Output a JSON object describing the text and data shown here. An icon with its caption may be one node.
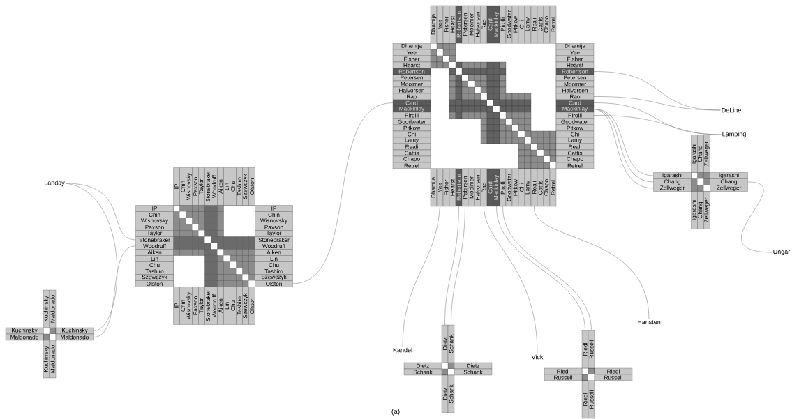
{
  "diagram": {
    "caption": "(a)",
    "nodes": [
      {
        "text": [
          "Dhamija",
          "Yee",
          "Fisher",
          "Hearst",
          "Robertson",
          "Petersen",
          "Mooimer",
          "Halvorsen",
          "Rao",
          "Card",
          "Mackinlay",
          "Pirolli",
          "Goodwater",
          "Pitkow",
          "Chi",
          "Lamy",
          "Reali",
          "Cattis",
          "Chapo",
          "Retrel",
          "Dhamija",
          "Yee",
          "Fisher",
          "Hearst",
          "Robertson",
          "Petersen",
          "Mooimer",
          "Halvorsen",
          "Rao",
          "Card",
          "Mackinlay",
          "Pirolli",
          "Goodwater",
          "Pitkow",
          "Chi",
          "Lamy",
          "Reali",
          "Cattis",
          "Chapo",
          "Retrel",
          "Dhamija",
          "Yee",
          "Fisher",
          "Hearst",
          "Robertson",
          "Petersen",
          "Mooimer",
          "Halvorsen",
          "Rao",
          "Card",
          "Mackinlay",
          "Pirolli",
          "Goodwater",
          "Pitkow",
          "Chi",
          "Lamy",
          "Reali",
          "Cattis",
          "Chapo",
          "Retrel",
          "Dhamija",
          "Yee",
          "Fisher",
          "Hearst",
          "Robertson",
          "Petersen",
          "Mooimer",
          "Halvorsen",
          "Rao",
          "Card",
          "Mackinlay",
          "Pirolli",
          "Goodwater",
          "Pitkow",
          "Chi",
          "Lamy",
          "Reali",
          "Cattis",
          "Chapo",
          "Retrel"
        ]
      },
      {
        "text": [
          "IP",
          "Chin",
          "Wisnovsky",
          "Paxson",
          "Taylor",
          "Stonebraker",
          "Woodruff",
          "Aiken",
          "Lin",
          "Chu",
          "Tashiro",
          "Szewczyk",
          "Olston",
          "IP",
          "Chin",
          "Wisnovsky",
          "Paxson",
          "Taylor",
          "Stonebraker",
          "Woodruff",
          "Aiken",
          "Lin",
          "Chu",
          "Tashiro",
          "Szewczyk",
          "Olston",
          "IP",
          "Chin",
          "Wisnovsky",
          "Paxson",
          "Taylor",
          "Stonebraker",
          "Woodruff",
          "Aiken",
          "Lin",
          "Chu",
          "Tashiro",
          "Szewczyk",
          "Olston",
          "IP",
          "Chin",
          "Wisnovsky",
          "Paxson",
          "Taylor",
          "Stonebraker",
          "Woodruff",
          "Aiken",
          "Lin",
          "Chu",
          "Tashiro",
          "Szewczyk",
          "Olston"
        ]
      },
      {
        "text": [
          "Kuchinsky",
          "Maldonado",
          "Kuchinsky",
          "Maldonado",
          "Kuchinsky",
          "Maldonado",
          "Kuchinsky",
          "Maldonado"
        ]
      },
      {
        "text": [
          "Igarashi",
          "Chang",
          "Zellweger",
          "Igarashi",
          "Chang",
          "Zellweger",
          "Igarashi",
          "Chang",
          "Zellweger",
          "Igarashi",
          "Chang",
          "Zellweger"
        ]
      },
      {
        "text": [
          "Dietz",
          "Schank",
          "Dietz",
          "Schank",
          "Dietz",
          "Schank",
          "Dietz",
          "Schank"
        ]
      },
      {
        "text": [
          "Riedl",
          "Russell",
          "Riedl",
          "Russell",
          "Riedl",
          "Russell",
          "Riedl",
          "Russell"
        ]
      },
      {
        "text": [
          "Landay"
        ]
      },
      {
        "text": [
          "DeLine"
        ]
      },
      {
        "text": [
          "Lamping"
        ]
      },
      {
        "text": [
          "Ungar"
        ]
      },
      {
        "text": [
          "Hansten"
        ]
      },
      {
        "text": [
          "Kandel"
        ]
      },
      {
        "text": [
          "Vick"
        ]
      }
    ],
    "edges": [
      {
        "from": 6,
        "to": 1,
        "arrow": "none"
      },
      {
        "from": 6,
        "to": 2,
        "arrow": "none"
      },
      {
        "from": 2,
        "to": 1,
        "arrow": "none"
      },
      {
        "from": 1,
        "to": 0,
        "arrow": "none"
      },
      {
        "from": 0,
        "to": 7,
        "arrow": "none"
      },
      {
        "from": 0,
        "to": 7,
        "arrow": "none"
      },
      {
        "from": 0,
        "to": 8,
        "arrow": "none"
      },
      {
        "from": 0,
        "to": 8,
        "arrow": "none"
      },
      {
        "from": 0,
        "to": 3,
        "arrow": "none"
      },
      {
        "from": 0,
        "to": 3,
        "arrow": "none"
      },
      {
        "from": 0,
        "to": 3,
        "arrow": "none"
      },
      {
        "from": 3,
        "to": 9,
        "arrow": "none"
      },
      {
        "from": 0,
        "to": 11,
        "arrow": "none"
      },
      {
        "from": 0,
        "to": 4,
        "arrow": "none"
      },
      {
        "from": 0,
        "to": 4,
        "arrow": "none"
      },
      {
        "from": 0,
        "to": 12,
        "arrow": "none"
      },
      {
        "from": 0,
        "to": 5,
        "arrow": "none"
      },
      {
        "from": 0,
        "to": 5,
        "arrow": "none"
      },
      {
        "from": 0,
        "to": 10,
        "arrow": "none"
      }
    ]
  }
}
